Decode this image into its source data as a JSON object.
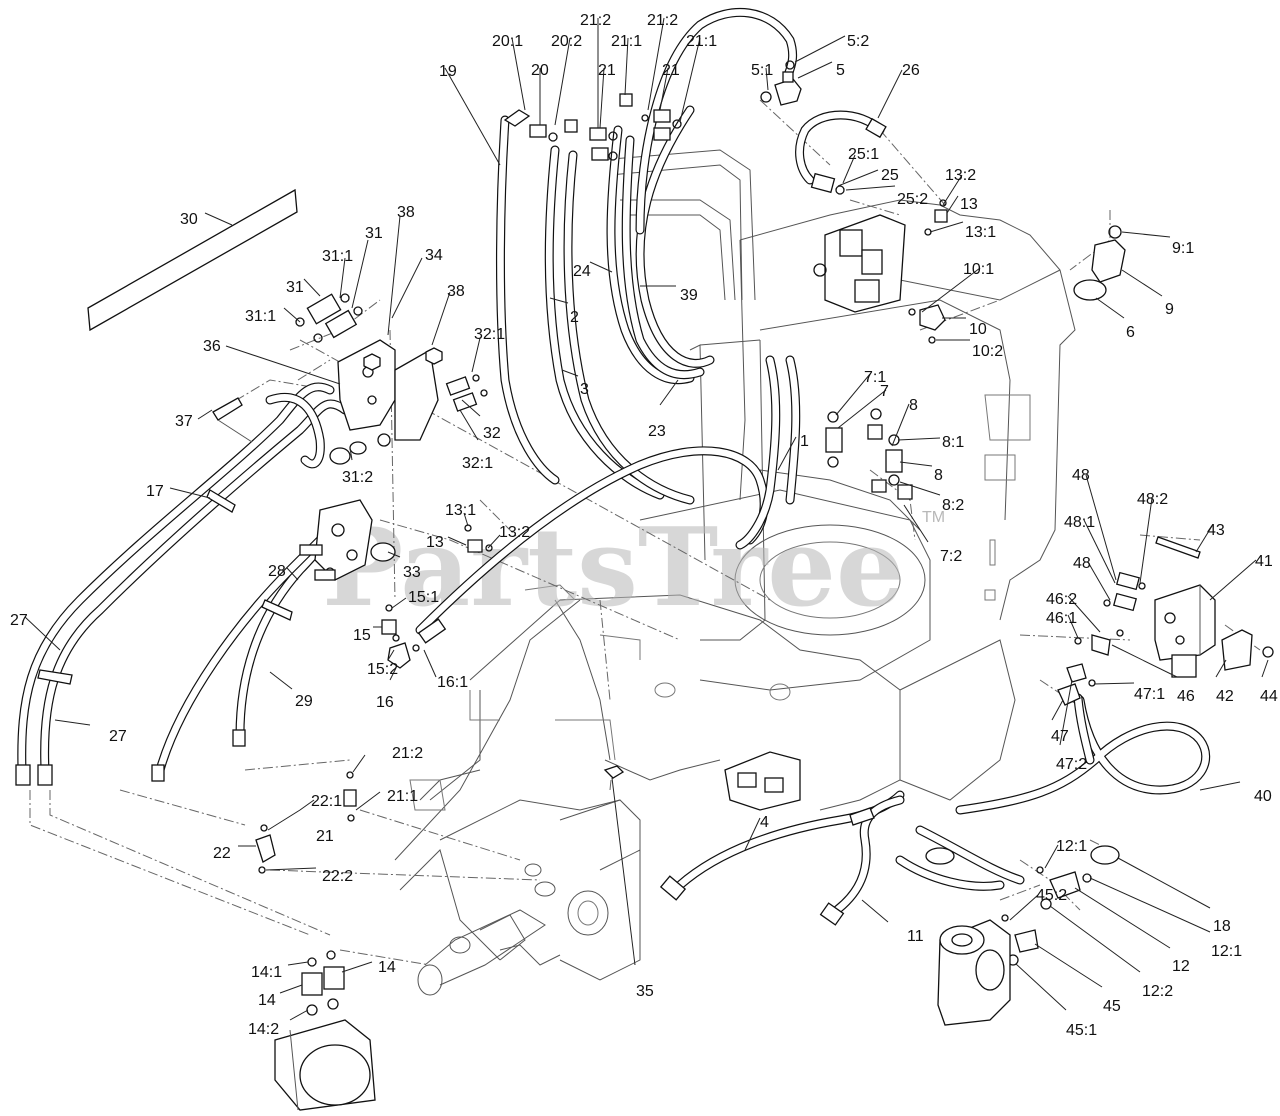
{
  "watermark": {
    "text": "PartsTree",
    "tm": "TM",
    "color": "#b8b8b8"
  },
  "labels": [
    [
      "30",
      180,
      210
    ],
    [
      "31:1",
      322,
      247
    ],
    [
      "31",
      365,
      224
    ],
    [
      "38",
      397,
      203
    ],
    [
      "34",
      425,
      246
    ],
    [
      "31",
      286,
      278
    ],
    [
      "31:1",
      245,
      307
    ],
    [
      "38",
      447,
      282
    ],
    [
      "32:1",
      474,
      325
    ],
    [
      "36",
      203,
      337
    ],
    [
      "37",
      175,
      412
    ],
    [
      "32",
      483,
      424
    ],
    [
      "32:1",
      462,
      454
    ],
    [
      "31:2",
      342,
      468
    ],
    [
      "17",
      146,
      482
    ],
    [
      "33",
      403,
      563
    ],
    [
      "13:1",
      445,
      501
    ],
    [
      "13:2",
      499,
      523
    ],
    [
      "13",
      426,
      533
    ],
    [
      "28",
      268,
      562
    ],
    [
      "15:1",
      408,
      588
    ],
    [
      "15",
      353,
      626
    ],
    [
      "15:2",
      367,
      660
    ],
    [
      "16",
      376,
      693
    ],
    [
      "16:1",
      437,
      673
    ],
    [
      "27",
      10,
      611
    ],
    [
      "29",
      295,
      692
    ],
    [
      "27",
      109,
      727
    ],
    [
      "21:2",
      392,
      744
    ],
    [
      "21:1",
      387,
      787
    ],
    [
      "22:1",
      311,
      792
    ],
    [
      "21",
      316,
      827
    ],
    [
      "22",
      213,
      844
    ],
    [
      "22:2",
      322,
      867
    ],
    [
      "35",
      636,
      982
    ],
    [
      "14",
      378,
      958
    ],
    [
      "14:1",
      251,
      963
    ],
    [
      "14",
      258,
      991
    ],
    [
      "14:2",
      248,
      1020
    ],
    [
      "19",
      439,
      62
    ],
    [
      "20:1",
      492,
      32
    ],
    [
      "20",
      531,
      61
    ],
    [
      "20:2",
      551,
      32
    ],
    [
      "21:2",
      580,
      11
    ],
    [
      "21:1",
      611,
      32
    ],
    [
      "21:2",
      647,
      11
    ],
    [
      "21",
      598,
      61
    ],
    [
      "21",
      662,
      61
    ],
    [
      "21:1",
      686,
      32
    ],
    [
      "5:2",
      847,
      32
    ],
    [
      "5:1",
      751,
      61
    ],
    [
      "5",
      836,
      61
    ],
    [
      "26",
      902,
      61
    ],
    [
      "24",
      573,
      262
    ],
    [
      "39",
      680,
      286
    ],
    [
      "2",
      570,
      308
    ],
    [
      "3",
      580,
      380
    ],
    [
      "23",
      648,
      422
    ],
    [
      "25:1",
      848,
      145
    ],
    [
      "25",
      881,
      166
    ],
    [
      "25:2",
      897,
      190
    ],
    [
      "13:2",
      945,
      166
    ],
    [
      "13",
      960,
      195
    ],
    [
      "13:1",
      965,
      223
    ],
    [
      "9:1",
      1172,
      239
    ],
    [
      "10:1",
      963,
      260
    ],
    [
      "9",
      1165,
      300
    ],
    [
      "6",
      1126,
      323
    ],
    [
      "10",
      969,
      320
    ],
    [
      "10:2",
      972,
      342
    ],
    [
      "7:1",
      864,
      368
    ],
    [
      "7",
      880,
      382
    ],
    [
      "8",
      909,
      396
    ],
    [
      "1",
      800,
      432
    ],
    [
      "8:1",
      942,
      433
    ],
    [
      "8",
      934,
      466
    ],
    [
      "8:2",
      942,
      496
    ],
    [
      "7:2",
      940,
      547
    ],
    [
      "48",
      1072,
      466
    ],
    [
      "48:2",
      1137,
      490
    ],
    [
      "48:1",
      1064,
      513
    ],
    [
      "43",
      1207,
      521
    ],
    [
      "41",
      1255,
      552
    ],
    [
      "48",
      1073,
      554
    ],
    [
      "46:2",
      1046,
      590
    ],
    [
      "46:1",
      1046,
      609
    ],
    [
      "47:1",
      1134,
      685
    ],
    [
      "46",
      1177,
      687
    ],
    [
      "42",
      1216,
      687
    ],
    [
      "44",
      1260,
      687
    ],
    [
      "47",
      1051,
      727
    ],
    [
      "47:2",
      1056,
      755
    ],
    [
      "40",
      1254,
      787
    ],
    [
      "12:1",
      1056,
      837
    ],
    [
      "45:2",
      1036,
      886
    ],
    [
      "18",
      1213,
      917
    ],
    [
      "11",
      907,
      927
    ],
    [
      "12:1",
      1211,
      942
    ],
    [
      "12",
      1172,
      957
    ],
    [
      "12:2",
      1142,
      982
    ],
    [
      "45",
      1103,
      997
    ],
    [
      "45:1",
      1066,
      1021
    ],
    [
      "4",
      760,
      813
    ]
  ]
}
